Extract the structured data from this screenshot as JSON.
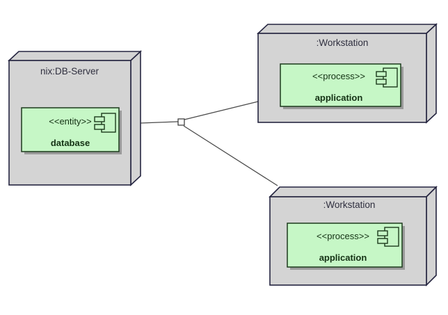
{
  "diagram": {
    "type": "uml-deployment-diagram",
    "background_color": "#ffffff",
    "colors": {
      "node_fill": "#d4d4d4",
      "node_border": "#252540",
      "node_title_text": "#2f2f3f",
      "component_fill": "#c6f7c6",
      "component_border": "#1c3a1c",
      "component_shadow": "#9a9a9a",
      "component_text": "#143214",
      "connector": "#4a4a4a",
      "junction_fill": "#ffffff"
    },
    "nodes": [
      {
        "title": "nix:DB-Server",
        "component": {
          "stereotype": "<<entity>>",
          "name": "database",
          "icon": "uml-component-icon"
        }
      },
      {
        "title": ":Workstation",
        "component": {
          "stereotype": "<<process>>",
          "name": "application",
          "icon": "uml-component-icon"
        }
      },
      {
        "title": ":Workstation",
        "component": {
          "stereotype": "<<process>>",
          "name": "application",
          "icon": "uml-component-icon"
        }
      }
    ],
    "connections": [
      {
        "from": "nix:DB-Server",
        "to": "junction"
      },
      {
        "from": "junction",
        "to": ":Workstation (top)"
      },
      {
        "from": "junction",
        "to": ":Workstation (bottom)"
      }
    ]
  }
}
